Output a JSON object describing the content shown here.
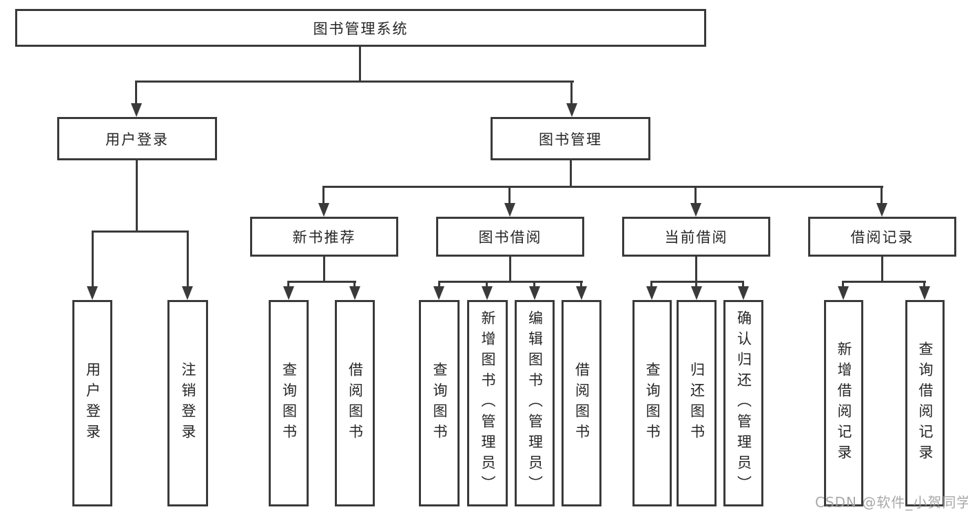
{
  "diagram": {
    "root": "图书管理系统",
    "branches": [
      {
        "label": "用户登录",
        "leaves": [
          "用户登录",
          "注销登录"
        ]
      },
      {
        "label": "图书管理",
        "sections": [
          {
            "label": "新书推荐",
            "leaves": [
              "查询图书",
              "借阅图书"
            ]
          },
          {
            "label": "图书借阅",
            "leaves": [
              "查询图书",
              "新增图书（管理员）",
              "编辑图书（管理员）",
              "借阅图书"
            ]
          },
          {
            "label": "当前借阅",
            "leaves": [
              "查询图书",
              "归还图书",
              "确认归还（管理员）"
            ]
          },
          {
            "label": "借阅记录",
            "leaves": [
              "新增借阅记录",
              "查询借阅记录"
            ]
          }
        ]
      }
    ]
  },
  "watermark": "CSDN @软件_小贺同学",
  "colors": {
    "line": "#3a3a3a",
    "text": "#262626",
    "background": "#ffffff",
    "watermark": "#9e9e9e"
  }
}
